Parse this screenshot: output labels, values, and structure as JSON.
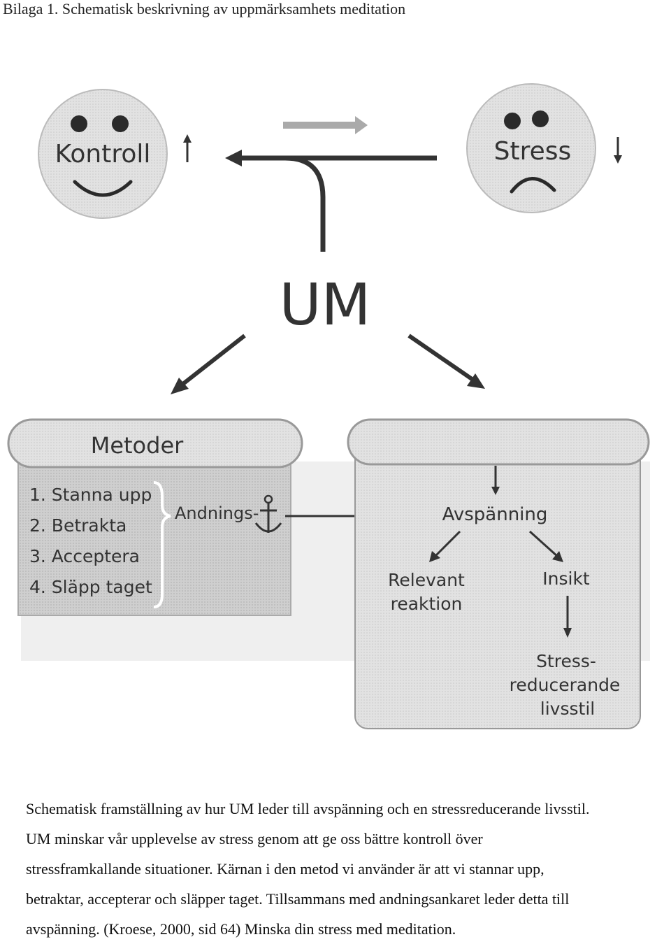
{
  "header": "Bilaga 1. Schematisk beskrivning av uppmärksamhets meditation",
  "diagram": {
    "face_left_label": "Kontroll",
    "face_right_label": "Stress",
    "center_label": "UM",
    "methods_title": "Metoder",
    "methods_items": [
      "1. Stanna upp",
      "2. Betrakta",
      "3. Acceptera",
      "4. Släpp taget"
    ],
    "anchor_label": "Andnings-",
    "relax_label": "Avspänning",
    "relevant_line1": "Relevant",
    "relevant_line2": "reaktion",
    "insight_label": "Insikt",
    "stress_red_line1": "Stress-",
    "stress_red_line2": "reducerande",
    "stress_red_line3": "livsstil"
  },
  "caption": [
    "Schematisk framställning av hur UM leder till avspänning och en stressreducerande livsstil.",
    "UM minskar vår upplevelse av stress genom att ge oss bättre kontroll över",
    "stressframkallande situationer. Kärnan i den metod vi använder är att vi stannar upp,",
    "betraktar, accepterar och släpper taget. Tillsammans med andningsankaret leder detta till",
    "avspänning. (Kroese, 2000, sid 64) Minska din stress med meditation."
  ]
}
